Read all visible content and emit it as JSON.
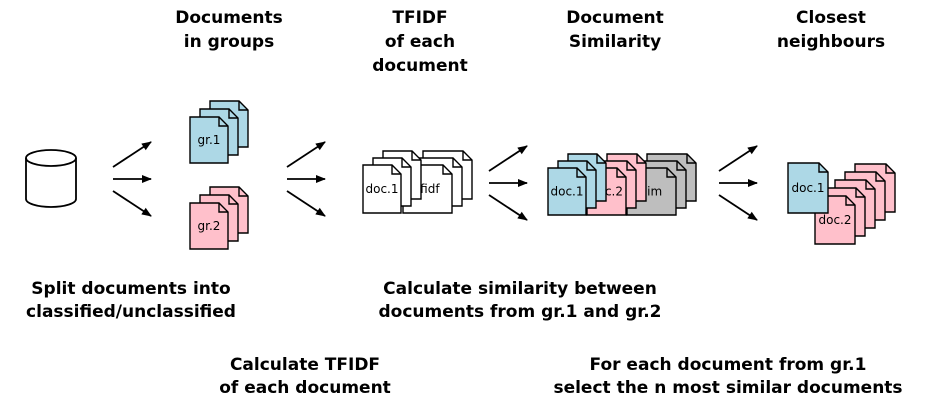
{
  "headers": {
    "documents_in_groups": [
      "Documents",
      "in groups"
    ],
    "tfidf": [
      "TFIDF",
      "of each",
      "document"
    ],
    "similarity": [
      "Document",
      "Similarity"
    ],
    "neighbours": [
      "Closest",
      "neighbours"
    ]
  },
  "doc_labels": {
    "group1": "gr.1",
    "group2": "gr.2",
    "doc1": "doc.1",
    "doc2": "doc.2",
    "tfidf": "tfidf",
    "sim": "sim"
  },
  "captions": {
    "split": [
      "Split documents into",
      "classified/unclassified"
    ],
    "calc_similarity": [
      "Calculate similarity between",
      "documents from gr.1 and gr.2"
    ],
    "calc_tfidf": [
      "Calculate TFIDF",
      "of each document"
    ],
    "select": [
      "For each document from gr.1",
      "select the n most similar documents"
    ]
  },
  "colors": {
    "blue": "#add8e6",
    "pink": "#ffc0cb",
    "gray": "#bebebe",
    "white": "#ffffff",
    "stroke": "#000000"
  }
}
